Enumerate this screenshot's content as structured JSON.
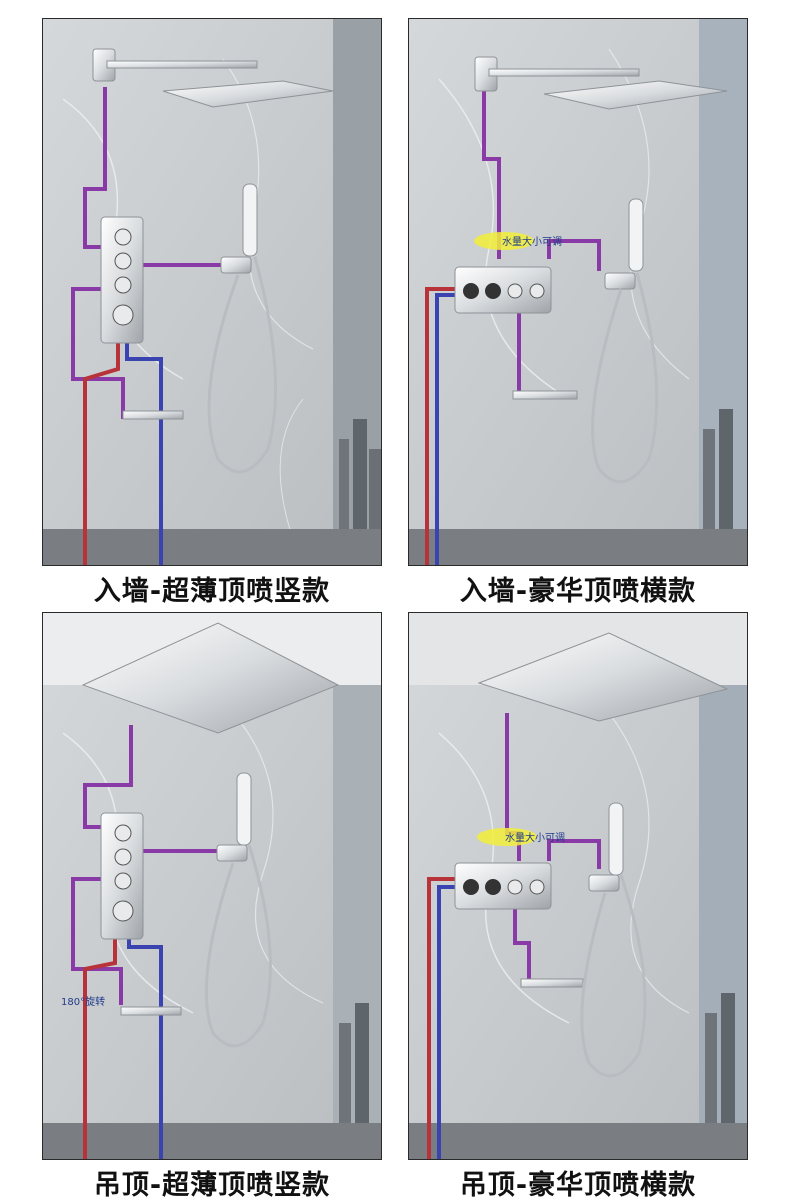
{
  "panels": [
    {
      "caption": "入墙-超薄顶喷竖款"
    },
    {
      "caption": "入墙-豪华顶喷横款",
      "annotation": "水量大小可调"
    },
    {
      "caption": "吊顶-超薄顶喷竖款",
      "annotation": "180°旋转"
    },
    {
      "caption": "吊顶-豪华顶喷横款",
      "annotation": "水量大小可调"
    }
  ],
  "colors": {
    "hot_pipe": "#b8323a",
    "cold_pipe": "#3a44b0",
    "mixed_pipe": "#8a3aa6",
    "wall": "#c9ccce",
    "chrome": "#e8eaec"
  }
}
